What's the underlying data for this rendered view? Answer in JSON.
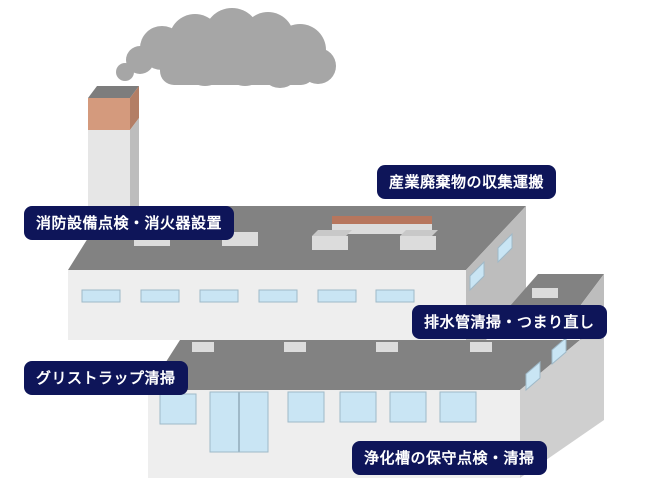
{
  "labels": {
    "waste": "産業廃棄物の収集運搬",
    "fire": "消防設備点検・消火器設置",
    "drain": "排水管清掃・つまり直し",
    "grease": "グリストラップ清掃",
    "septic": "浄化槽の保守点検・清掃"
  },
  "colors": {
    "label_bg": "#0e1559",
    "smoke": "#a6a6a6",
    "chimney_band": "#d49a7d",
    "roof": "#828282",
    "wall": "#eeeeee",
    "window": "#c9e5f4"
  }
}
